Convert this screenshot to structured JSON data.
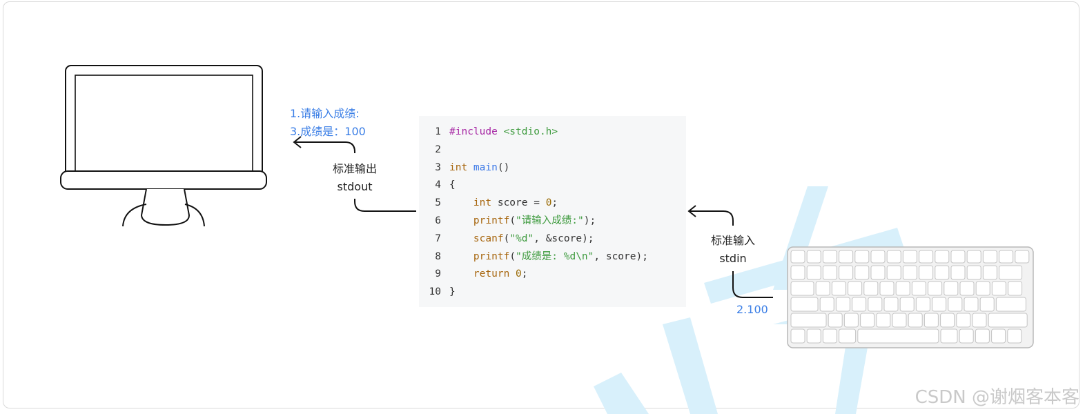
{
  "output_stream": {
    "label_cn": "标准输出",
    "label_en": "stdout",
    "message_1": "1.请输入成绩:",
    "message_3": "3.成绩是：100"
  },
  "input_stream": {
    "label_cn": "标准输入",
    "label_en": "stdin",
    "message_2": "2.100"
  },
  "code": {
    "lines": [
      {
        "n": "1",
        "parts": [
          [
            "pp",
            "#include "
          ],
          [
            "str",
            "<stdio.h>"
          ]
        ]
      },
      {
        "n": "2",
        "parts": []
      },
      {
        "n": "3",
        "parts": [
          [
            "kw",
            "int "
          ],
          [
            "fn",
            "main"
          ],
          [
            "txt",
            "()"
          ]
        ]
      },
      {
        "n": "4",
        "parts": [
          [
            "txt",
            "{"
          ]
        ]
      },
      {
        "n": "5",
        "parts": [
          [
            "txt",
            "    "
          ],
          [
            "kw",
            "int "
          ],
          [
            "txt",
            "score = "
          ],
          [
            "num",
            "0"
          ],
          [
            "txt",
            ";"
          ]
        ]
      },
      {
        "n": "6",
        "parts": [
          [
            "txt",
            "    "
          ],
          [
            "kw",
            "printf"
          ],
          [
            "txt",
            "("
          ],
          [
            "str",
            "\"请输入成绩:\""
          ],
          [
            "txt",
            ");"
          ]
        ]
      },
      {
        "n": "7",
        "parts": [
          [
            "txt",
            "    "
          ],
          [
            "kw",
            "scanf"
          ],
          [
            "txt",
            "("
          ],
          [
            "str",
            "\"%d\""
          ],
          [
            "txt",
            ", &score);"
          ]
        ]
      },
      {
        "n": "8",
        "parts": [
          [
            "txt",
            "    "
          ],
          [
            "kw",
            "printf"
          ],
          [
            "txt",
            "("
          ],
          [
            "str",
            "\"成绩是: %d\\n\""
          ],
          [
            "txt",
            ", score);"
          ]
        ]
      },
      {
        "n": "9",
        "parts": [
          [
            "txt",
            "    "
          ],
          [
            "kw",
            "return "
          ],
          [
            "num",
            "0"
          ],
          [
            "txt",
            ";"
          ]
        ]
      },
      {
        "n": "10",
        "parts": [
          [
            "txt",
            "}"
          ]
        ]
      }
    ]
  },
  "watermark": "CSDN @谢烟客本客",
  "colors": {
    "accent_blue": "#3a7ee6",
    "keyword": "#a7660e",
    "preprocessor": "#a626a4",
    "function": "#3b78e7",
    "string": "#3f9b3f",
    "code_bg": "#f6f7f8"
  },
  "icons": {
    "monitor": "monitor-icon",
    "keyboard": "keyboard-icon"
  }
}
